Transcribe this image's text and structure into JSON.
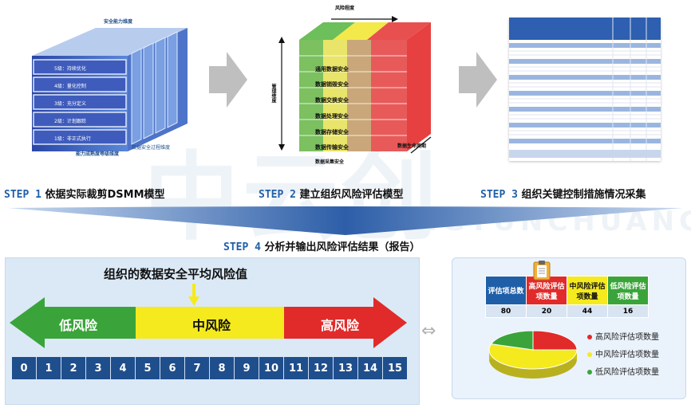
{
  "steps": {
    "s1_num": "STEP 1",
    "s1_text": "依据实际裁剪DSMM模型",
    "s2_num": "STEP 2",
    "s2_text": "建立组织风险评估模型",
    "s3_num": "STEP 3",
    "s3_text": "组织关键控制措施情况采集",
    "s4_num": "STEP 4",
    "s4_text": "分析并输出风险评估结果（报告）"
  },
  "dsmm": {
    "top_label": "安全能力维度",
    "bottom_label": "能力成熟度等级维度",
    "side_label": "数据安全过程维度",
    "levels": [
      "5级：持续优化",
      "4级：量化控制",
      "3级：充分定义",
      "2级：计划跟踪",
      "1级：非正式执行"
    ]
  },
  "cube": {
    "top_axis": "风险程度",
    "left_axis": "管理维度",
    "right_axis": "数据生命周期",
    "rows": [
      "通用数据安全",
      "数据销毁安全",
      "数据交换安全",
      "数据处理安全",
      "数据存储安全",
      "数据传输安全",
      "数据采集安全"
    ]
  },
  "risk_bar": {
    "title": "组织的数据安全平均风险值",
    "low": "低风险",
    "mid": "中风险",
    "high": "高风险",
    "colors": {
      "low": "#3aa43a",
      "mid": "#f5ea1e",
      "high": "#e12a2a"
    },
    "scale": [
      "0",
      "1",
      "2",
      "3",
      "4",
      "5",
      "6",
      "7",
      "8",
      "9",
      "10",
      "11",
      "12",
      "13",
      "14",
      "15"
    ],
    "marker_value": 7
  },
  "summary": {
    "headers": [
      "评估项总数",
      "高风险评估项数量",
      "中风险评估项数量",
      "低风险评估项数量"
    ],
    "values": [
      "80",
      "20",
      "44",
      "16"
    ],
    "legend": [
      "高风险评估项数量",
      "中风险评估项数量",
      "低风险评估项数量"
    ],
    "colors": {
      "total": "#1f5fa8",
      "high": "#e12a2a",
      "mid": "#f5ea1e",
      "low": "#3aa43a"
    }
  },
  "watermark": {
    "big": "中云创",
    "small": "ZHONGYUNCHUANG"
  },
  "chart_data": {
    "type": "pie",
    "categories": [
      "高风险评估项数量",
      "中风险评估项数量",
      "低风险评估项数量"
    ],
    "values": [
      20,
      44,
      16
    ],
    "title": ""
  }
}
